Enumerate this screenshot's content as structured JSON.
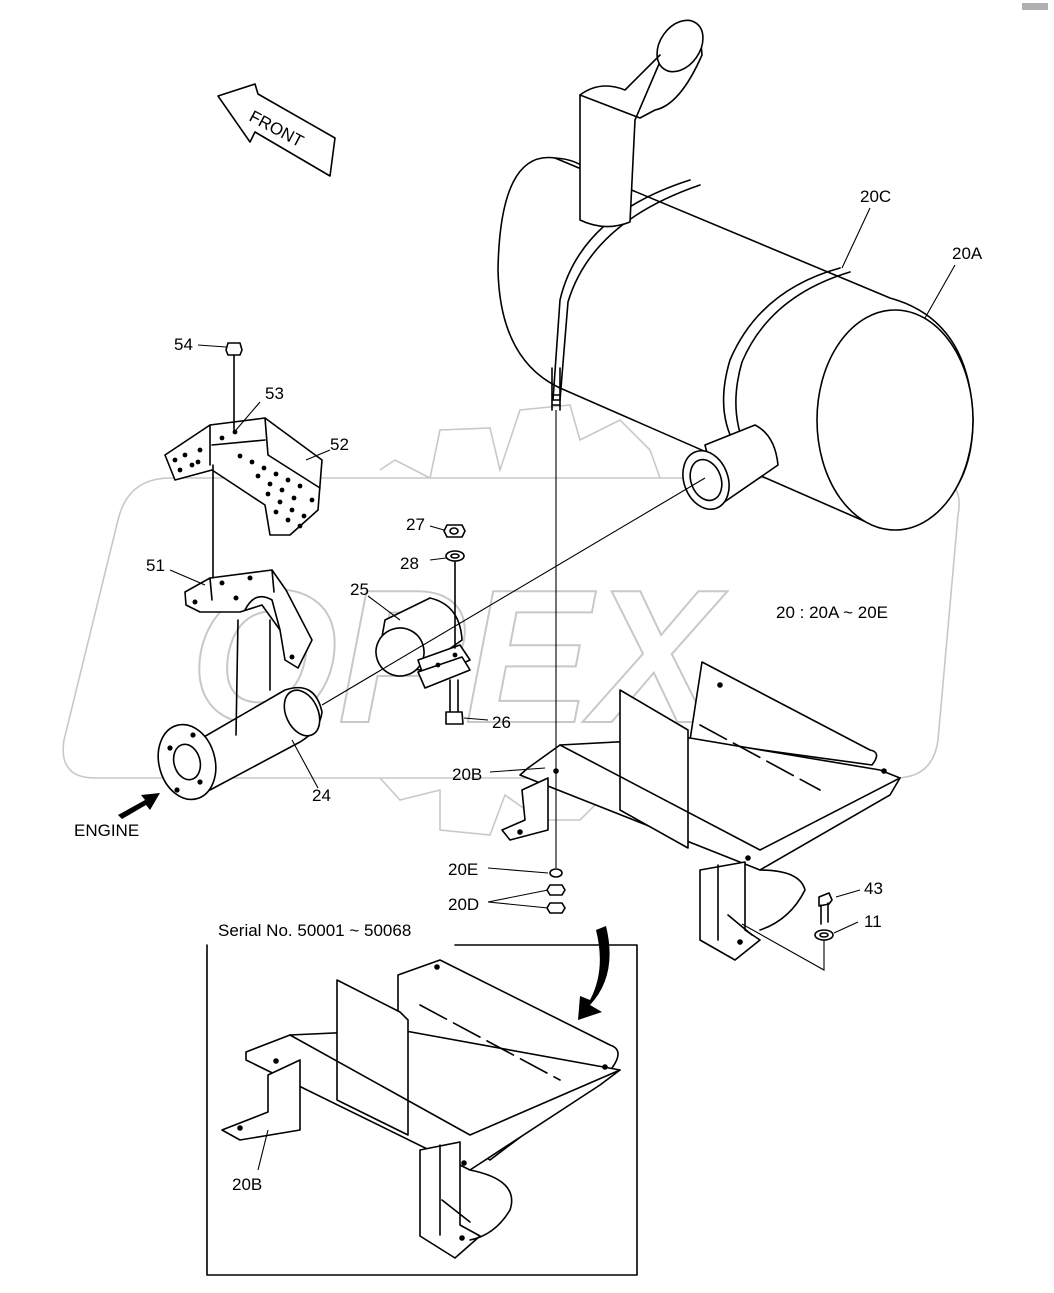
{
  "diagram": {
    "front_label": "FRONT",
    "engine_label": "ENGINE",
    "group_note": "20 : 20A ~ 20E",
    "watermark": "OPEX",
    "inset_title": "Serial No. 50001 ~ 50068",
    "callouts": {
      "c20A": "20A",
      "c20C": "20C",
      "c54": "54",
      "c53": "53",
      "c52": "52",
      "c51": "51",
      "c27": "27",
      "c28": "28",
      "c25": "25",
      "c26": "26",
      "c24": "24",
      "c20B": "20B",
      "c20E": "20E",
      "c20D": "20D",
      "c43": "43",
      "c11": "11",
      "c20B_inset": "20B"
    }
  }
}
